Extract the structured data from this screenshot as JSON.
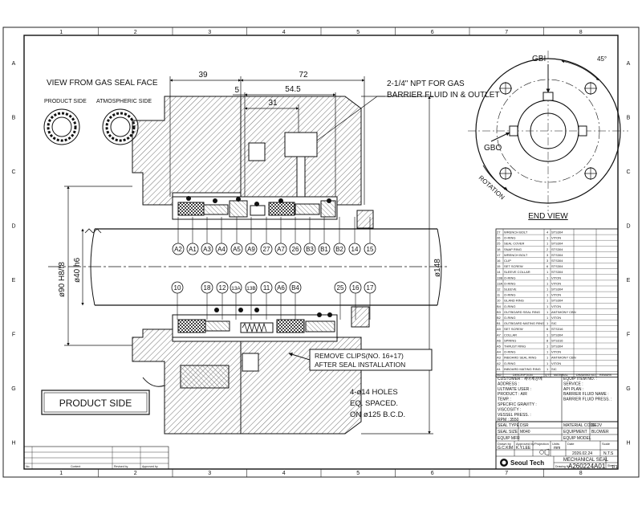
{
  "border": {
    "cols": [
      "1",
      "2",
      "3",
      "4",
      "5",
      "6",
      "7",
      "8"
    ],
    "rows": [
      "A",
      "B",
      "C",
      "D",
      "E",
      "F",
      "G",
      "H"
    ]
  },
  "views": {
    "gas_face_title": "VIEW FROM GAS SEAL FACE",
    "product_side": "PRODUCT SIDE",
    "atmospheric_side": "ATMOSPHERIC SIDE",
    "end_view": "END VIEW",
    "gbi": "GBI",
    "gbo": "GBO",
    "angle": "45°",
    "rotation": "ROTATION"
  },
  "dimensions": {
    "d39": "39",
    "d72": "72",
    "d5": "5",
    "d54": "54.5",
    "d31": "31",
    "shaft": "ø90 H8/f8",
    "bore": "ø40 h6",
    "od": "ø148"
  },
  "notes": {
    "npt_1": "2-1/4\" NPT FOR GAS",
    "npt_2": "BARRIER FLUID IN & OUTLET",
    "clips_1": "REMOVE CLIPS(NO. 16+17)",
    "clips_2": "AFTER SEAL INSTALLATION",
    "holes_1": "4-ø14 HOLES",
    "holes_2": "EQ. SPACED.",
    "holes_3": "ON ø125 B.C.D.",
    "product_box": "PRODUCT SIDE"
  },
  "balloons_top": [
    "A2",
    "A1",
    "A3",
    "A4",
    "A5",
    "A9",
    "27",
    "A7",
    "26",
    "B3",
    "B1",
    "B2",
    "14",
    "15"
  ],
  "balloons_bottom": [
    "10",
    "18",
    "12",
    "13A",
    "13B",
    "11",
    "A6",
    "B4",
    "25",
    "16",
    "17"
  ],
  "bom": [
    [
      "27",
      "WRENCH BOLT",
      "4",
      "STS304"
    ],
    [
      "26",
      "O-RING",
      "1",
      "VITON"
    ],
    [
      "25",
      "SEAL COVER",
      "1",
      "STS304"
    ],
    [
      "18",
      "SNAP RING",
      "2",
      "STS304"
    ],
    [
      "17",
      "WRENCH BOLT",
      "3",
      "STS304"
    ],
    [
      "16",
      "CLIP",
      "3",
      "STS304"
    ],
    [
      "15",
      "SET SCREW",
      "6",
      "STS304"
    ],
    [
      "14",
      "SLEEVE COLLAR",
      "1",
      "STS304"
    ],
    [
      "13B",
      "O-RING",
      "1",
      "VITON"
    ],
    [
      "13A",
      "O-RING",
      "1",
      "VITON"
    ],
    [
      "12",
      "SLEEVE",
      "1",
      "STS304"
    ],
    [
      "11",
      "O-RING",
      "1",
      "VITON"
    ],
    [
      "10",
      "GLAND RING",
      "1",
      "STS304"
    ],
    [
      "B4",
      "O-RING",
      "1",
      "VITON"
    ],
    [
      "B3",
      "OUTBOARD SEAL RING",
      "1",
      "ANTIMONY CBN"
    ],
    [
      "B2",
      "O-RING",
      "1",
      "VITON"
    ],
    [
      "B1",
      "OUTBOARD MATING RING",
      "1",
      "SIC"
    ],
    [
      "A9",
      "SET SCREW",
      "6",
      "STS316"
    ],
    [
      "A7",
      "COLLAR",
      "1",
      "STS304"
    ],
    [
      "A6",
      "SPRING",
      "8",
      "STS316"
    ],
    [
      "A5",
      "THRUST RING",
      "1",
      "STS304"
    ],
    [
      "A4",
      "O-RING",
      "1",
      "VITON"
    ],
    [
      "A3",
      "INBOARD SEAL RING",
      "1",
      "ANTIMONY CBN"
    ],
    [
      "A2",
      "O-RING",
      "1",
      "VITON"
    ],
    [
      "A1",
      "INBOARD MATING RING",
      "1",
      "SIC"
    ]
  ],
  "bom_header": {
    "no": "NO.",
    "desc": "DESCRIPTION",
    "qty": "Q'TY",
    "mat": "MATERIAL",
    "dwg": "DRAWING NO.",
    "rmk": "REMARK"
  },
  "info_left": [
    "CUSTOMER : 세아제강에",
    "ADDRESS :",
    "ULTIMATE USER :",
    "PRODUCT : AIR",
    "TEMP. :",
    "SPECIFIC GRAVITY :",
    "VISCOSITY :",
    "VESSEL PRESS. :",
    "RPM : 3550"
  ],
  "info_right": [
    "EQUIP ITEM NO. :",
    "SERVICE :",
    "API PLAN :",
    "BARRIER FLUID NAME :",
    "BARRIER FLUID PRESS. :"
  ],
  "title_block": {
    "seal_type_label": "SEAL TYPE",
    "seal_type": "DSR",
    "seal_size_label": "SEAL SIZE",
    "seal_size": "M040",
    "equip_mfr_label": "EQUIP MFR",
    "material_code_label": "MATERIAL CODE",
    "material_code": "DE2V",
    "equipment_label": "EQUIPMENT",
    "equipment": "BLOWER",
    "equip_model_label": "EQUIP MODEL",
    "drawn_by": "Drawn by",
    "drawn_name": "G.C.KIM",
    "approved_by": "Approved by",
    "approved_name": "K.Y.LEE",
    "projection": "Projection",
    "units": "Units",
    "units_val": "mm",
    "date_label": "Date",
    "date": "2026.02.24",
    "scale_label": "Scale",
    "scale": "N.T.S",
    "title": "MECHANICAL SEAL",
    "company": "Seoul Tech",
    "drawing_no_label": "Drawing No.",
    "drawing_no": "A260224A01",
    "sheet_label": "Sheet",
    "sheet": "1/1",
    "rev_labels": [
      "No.",
      "Content",
      "Revised by",
      "Approved by"
    ]
  },
  "colors": {
    "line": "#1a1a1a",
    "hatch": "#333333",
    "bg": "#ffffff"
  }
}
